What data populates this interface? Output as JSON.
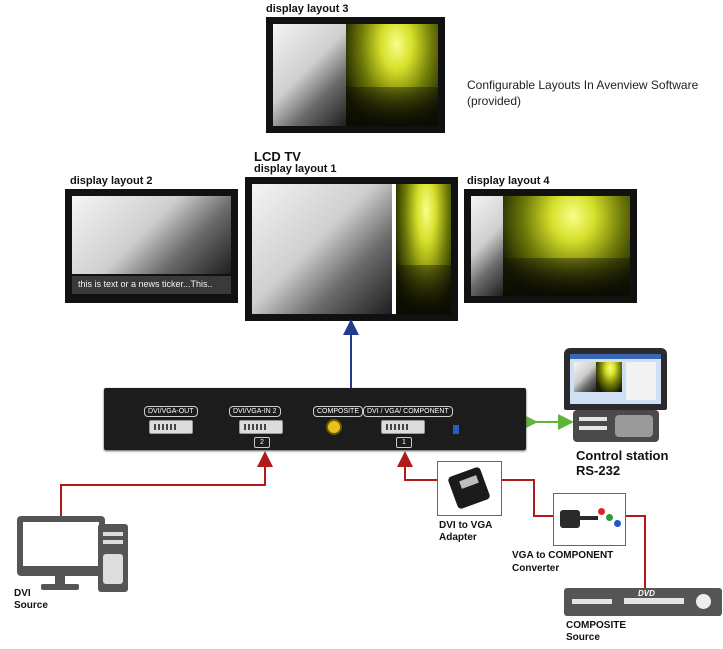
{
  "layouts": {
    "layout3": "display layout 3",
    "layout2": "display layout 2",
    "tv_title": "LCD TV",
    "layout1": "display layout 1",
    "layout4": "display layout 4",
    "ticker_text": "this is text or a news ticker...This..",
    "configurable_note": "Configurable Layouts In Avenview Software (provided)"
  },
  "device": {
    "ports": [
      {
        "label": "DVI/VGA-OUT"
      },
      {
        "label": "DVI/VGA-IN 2",
        "number": "2"
      },
      {
        "label": "COMPOSITE"
      },
      {
        "label": "DVI / VGA/ COMPONENT",
        "number": "1"
      }
    ]
  },
  "sources": {
    "dvi_line1": "DVI",
    "dvi_line2": "Source",
    "control_line1": "Control station",
    "control_line2": "RS-232",
    "adapter_line1": "DVI to VGA",
    "adapter_line2": "Adapter",
    "converter_line1": "VGA to COMPONENT",
    "converter_line2": "Converter",
    "composite_line1": "COMPOSITE",
    "composite_line2": "Source",
    "dvd_logo": "DVD"
  },
  "colors": {
    "red_cable": "#b01a1a",
    "blue_arrow": "#1f3d8a",
    "green_arrow": "#5fb53a",
    "device_body": "#1c1c1c"
  }
}
